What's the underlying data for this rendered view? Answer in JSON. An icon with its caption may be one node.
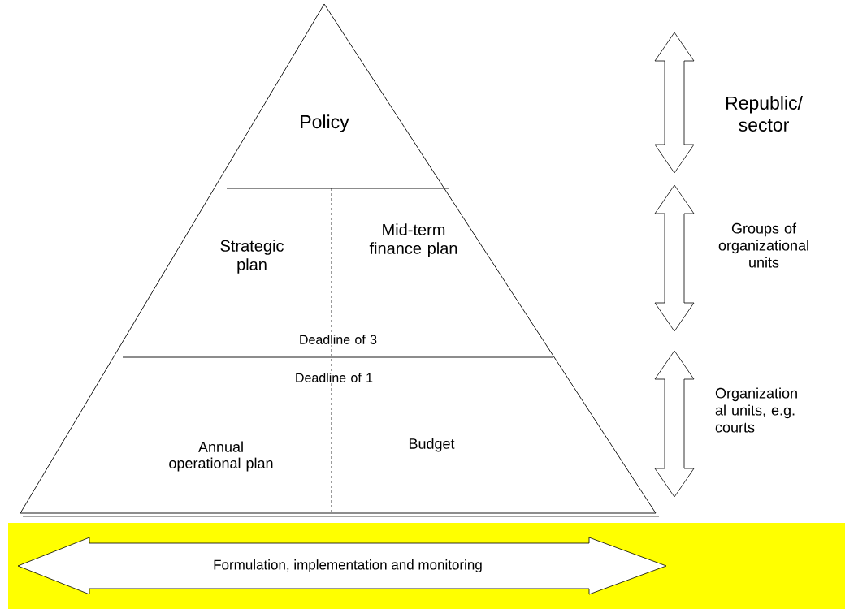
{
  "diagram": {
    "nodes": [
      {
        "text": [
          "Policy"
        ]
      },
      {
        "text": [
          "Strategic plan"
        ]
      },
      {
        "text": [
          "Mid-term finance plan"
        ]
      },
      {
        "text": [
          "Annual operational plan"
        ]
      },
      {
        "text": [
          "Budget"
        ]
      },
      {
        "text": [],
        "shape": "box"
      },
      {
        "text": [
          "Formulation, implementation and monitoring"
        ],
        "in": 5
      }
    ],
    "labels": [
      "Deadline of 3",
      "Deadline of 1",
      "Republic/ sector",
      "Groups of organizational units",
      "Organization al units, e.g. courts"
    ]
  }
}
